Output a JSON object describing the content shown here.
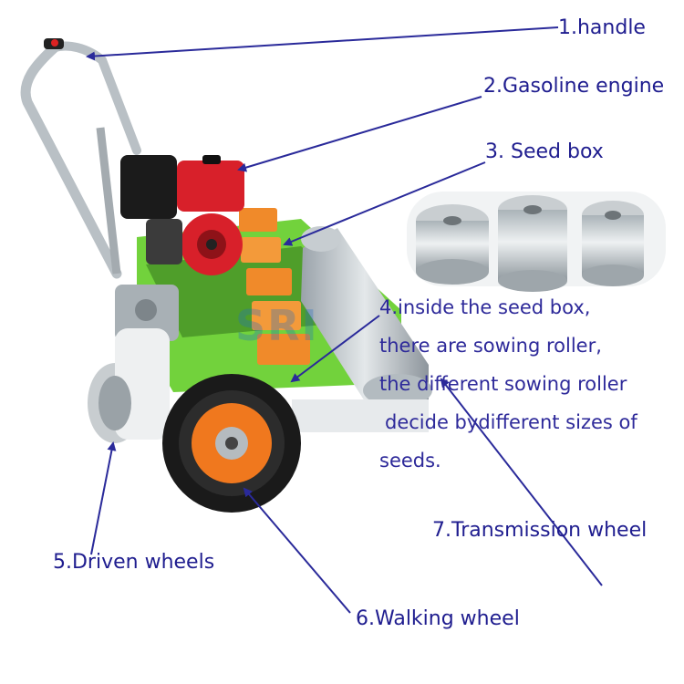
{
  "labels": {
    "handle": "1.handle",
    "engine": "2.Gasoline engine",
    "seed_box": "3. Seed box",
    "driven_wheels": "5.Driven wheels",
    "walking_wheel": "6.Walking wheel",
    "transmission_wheel": "7.Transmission wheel"
  },
  "description": {
    "line1": "4.inside the seed box,",
    "line2": "there are sowing roller,",
    "line3": "the different sowing roller",
    "line4": "decide bydifferent sizes of",
    "line5": "seeds."
  },
  "colors": {
    "label_text": "#1f1d8f",
    "arrow": "#2a2a9a",
    "frame_green": "#6fd13a",
    "engine_red": "#d8202a",
    "seed_box_orange": "#f08a2a",
    "wheel_orange": "#f0781e"
  }
}
